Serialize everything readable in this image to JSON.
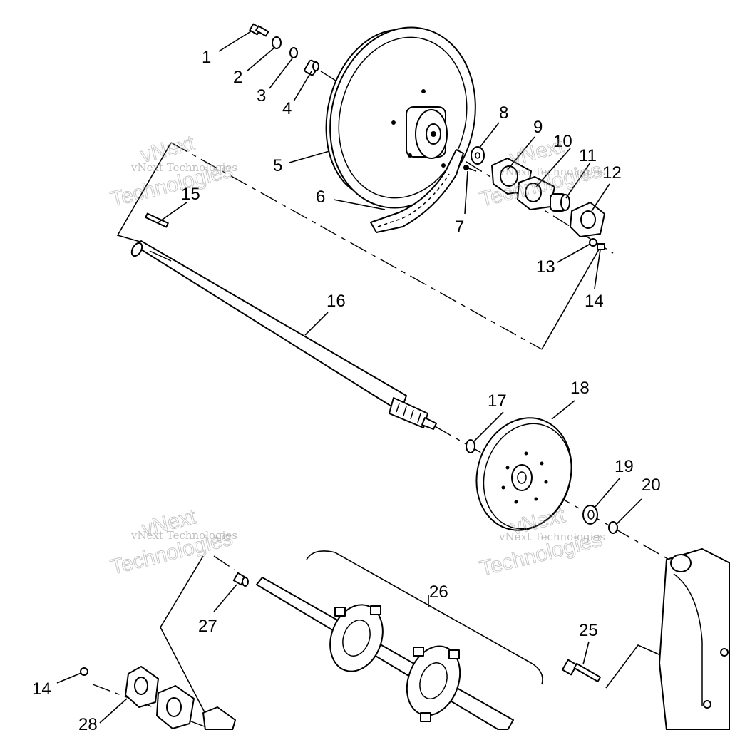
{
  "watermark": {
    "line1": "vNext",
    "line2": "vNext Technologies",
    "line3": "Technologies"
  },
  "callouts": {
    "c1": "1",
    "c2": "2",
    "c3": "3",
    "c4": "4",
    "c5": "5",
    "c6": "6",
    "c7": "7",
    "c8": "8",
    "c9": "9",
    "c10": "10",
    "c11": "11",
    "c12": "12",
    "c13": "13",
    "c14": "14",
    "c14b": "14",
    "c15": "15",
    "c16": "16",
    "c17": "17",
    "c18": "18",
    "c19": "19",
    "c20": "20",
    "c25": "25",
    "c26": "26",
    "c27": "27",
    "c28": "28"
  }
}
